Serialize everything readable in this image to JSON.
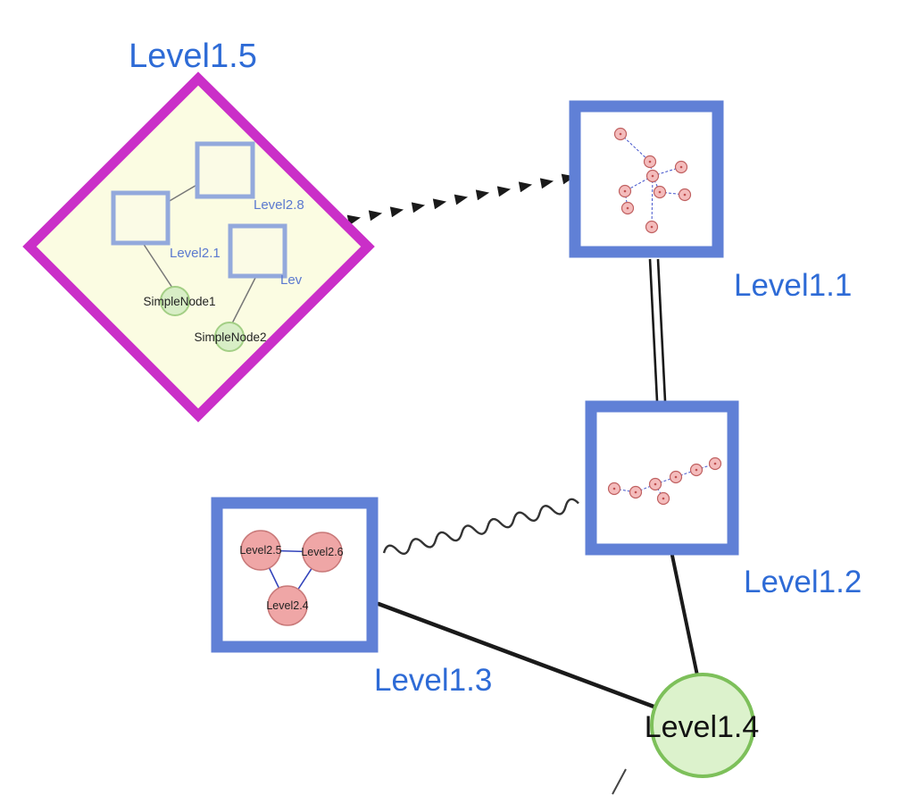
{
  "labels": {
    "level15": "Level1.5",
    "level11": "Level1.1",
    "level12": "Level1.2",
    "level13": "Level1.3",
    "level14": "Level1.4",
    "level28": "Level2.8",
    "level21": "Level2.1",
    "lev": "Lev",
    "simplenode1": "SimpleNode1",
    "simplenode2": "SimpleNode2",
    "level25": "Level2.5",
    "level26": "Level2.6",
    "level24": "Level2.4"
  },
  "colors": {
    "label_blue": "#2E6BD6",
    "node_border_blue": "#6080D6",
    "diamond_magenta": "#CA2FC8",
    "diamond_fill": "#FBFCE2",
    "inner_square_stroke": "#93A9DC",
    "green_node_fill": "#DCF2CC",
    "green_node_stroke": "#7DC05A",
    "simple_node_fill": "#D8EEC6",
    "simple_node_stroke": "#A3CF85",
    "mini_node_fill": "#F4BCBC",
    "mini_node_stroke": "#C06060",
    "mini_edge_blue": "#4455CC",
    "triangle_node_fill": "#EFA6A6",
    "triangle_edge_blue": "#3344BB",
    "edge_black": "#1A1A1A"
  },
  "graph": {
    "top_level_nodes": [
      {
        "id": "Level1.5",
        "shape": "diamond",
        "children": [
          "Level2.8",
          "Level2.1",
          "Lev",
          "SimpleNode1",
          "SimpleNode2"
        ]
      },
      {
        "id": "Level1.1",
        "shape": "square",
        "children": [
          "mini-graph"
        ]
      },
      {
        "id": "Level1.2",
        "shape": "square",
        "children": [
          "mini-graph"
        ]
      },
      {
        "id": "Level1.3",
        "shape": "square",
        "children": [
          "Level2.5",
          "Level2.6",
          "Level2.4"
        ]
      },
      {
        "id": "Level1.4",
        "shape": "circle",
        "children": []
      }
    ],
    "top_level_edges": [
      {
        "from": "Level1.5",
        "to": "Level1.1",
        "style": "dashed-arrow-chain"
      },
      {
        "from": "Level1.1",
        "to": "Level1.2",
        "style": "double-line"
      },
      {
        "from": "Level1.3",
        "to": "Level1.2",
        "style": "wavy-line"
      },
      {
        "from": "Level1.3",
        "to": "Level1.4",
        "style": "solid-line"
      },
      {
        "from": "Level1.2",
        "to": "Level1.4",
        "style": "solid-line"
      }
    ],
    "inner_edges": [
      {
        "from": "Level2.1",
        "to": "Level2.8"
      },
      {
        "from": "Level2.1",
        "to": "SimpleNode1"
      },
      {
        "from": "Lev",
        "to": "SimpleNode2"
      },
      {
        "from": "Level2.5",
        "to": "Level2.6"
      },
      {
        "from": "Level2.5",
        "to": "Level2.4"
      },
      {
        "from": "Level2.6",
        "to": "Level2.4"
      }
    ]
  }
}
